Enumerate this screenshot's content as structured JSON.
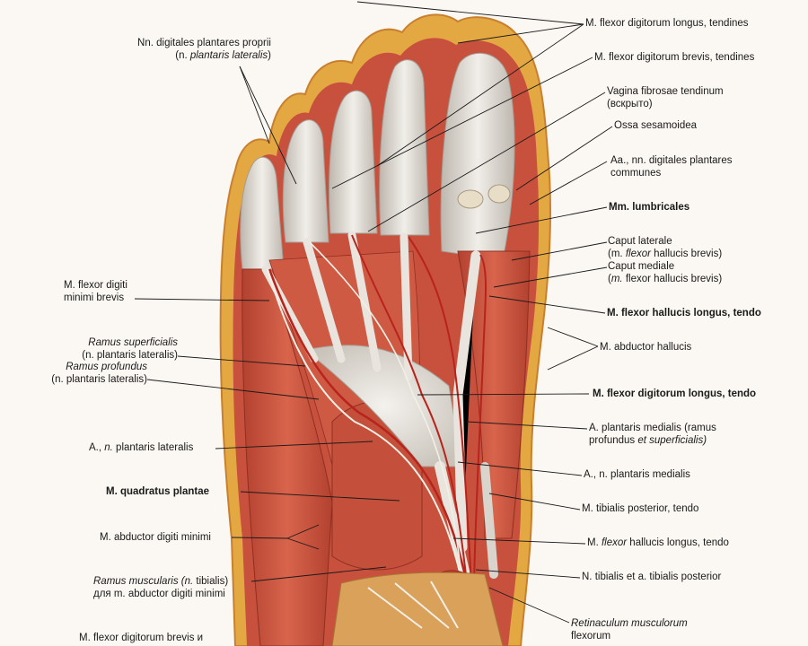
{
  "left_labels": [
    {
      "id": "nn-digitales",
      "lines": [
        [
          "Nn. digitales plantares proprii"
        ],
        [
          "(n. ",
          "plantaris lateralis",
          ")"
        ]
      ],
      "italic_parts": [
        [],
        [
          1
        ]
      ]
    },
    {
      "id": "flexor-digiti-minimi",
      "lines": [
        [
          "M. flexor digiti"
        ],
        [
          "minimi brevis"
        ]
      ]
    },
    {
      "id": "ramus-superficialis",
      "lines": [
        [
          "Ramus superficialis"
        ],
        [
          "(n. plantaris lateralis)"
        ]
      ]
    },
    {
      "id": "ramus-profundus",
      "lines": [
        [
          "Ramus profundus"
        ],
        [
          "(n. plantaris lateralis)"
        ]
      ]
    },
    {
      "id": "a-n-plantaris-lateralis",
      "lines": [
        [
          "A., n. plantaris lateralis"
        ]
      ]
    },
    {
      "id": "quadratus-plantae",
      "lines": [
        [
          "M. quadratus plantae"
        ]
      ],
      "bold": true
    },
    {
      "id": "abductor-digiti-minimi",
      "lines": [
        [
          "M. abductor digiti minimi"
        ]
      ]
    },
    {
      "id": "ramus-muscularis",
      "lines": [
        [
          "Ramus muscularis (n. tibialis)"
        ],
        [
          "для m. abductor digiti minimi"
        ]
      ]
    },
    {
      "id": "flexor-digitorum-brevis-bottom",
      "lines": [
        [
          "M. flexor digitorum brevis и"
        ]
      ]
    }
  ],
  "right_labels": [
    {
      "id": "fdl-tendines",
      "lines": [
        [
          "M. flexor digitorum longus, tendines"
        ]
      ]
    },
    {
      "id": "fdb-tendines",
      "lines": [
        [
          "M. flexor digitorum brevis, tendines"
        ]
      ]
    },
    {
      "id": "vagina-fibrosae",
      "lines": [
        [
          "Vagina fibrosae tendinum"
        ],
        [
          "(вскрыто)"
        ]
      ]
    },
    {
      "id": "ossa-sesamoidea",
      "lines": [
        [
          "Ossa sesamoidea"
        ]
      ]
    },
    {
      "id": "aa-nn-digitales",
      "lines": [
        [
          "Aa., nn. digitales plantares"
        ],
        [
          "communes"
        ]
      ]
    },
    {
      "id": "lumbricales",
      "lines": [
        [
          "Mm. lumbricales"
        ]
      ],
      "bold": true
    },
    {
      "id": "caput-laterale",
      "lines": [
        [
          "Caput laterale"
        ],
        [
          "(m. flexor hallucis brevis)"
        ]
      ]
    },
    {
      "id": "caput-mediale",
      "lines": [
        [
          "Caput mediale"
        ],
        [
          "(m. flexor hallucis brevis)"
        ]
      ]
    },
    {
      "id": "fhl-tendo-top",
      "lines": [
        [
          "M. flexor hallucis longus, tendo"
        ]
      ],
      "bold": true
    },
    {
      "id": "abductor-hallucis",
      "lines": [
        [
          "M. abductor hallucis"
        ]
      ]
    },
    {
      "id": "fdl-tendo",
      "lines": [
        [
          "M. flexor digitorum longus, tendo"
        ]
      ],
      "bold": true
    },
    {
      "id": "a-plantaris-medialis",
      "lines": [
        [
          "A. plantaris medialis (ramus"
        ],
        [
          "profundus et superficialis)"
        ]
      ]
    },
    {
      "id": "a-n-plantaris-medialis",
      "lines": [
        [
          "A., n. plantaris medialis"
        ]
      ]
    },
    {
      "id": "tibialis-posterior",
      "lines": [
        [
          "M. tibialis posterior, tendo"
        ]
      ]
    },
    {
      "id": "fhl-tendo-bottom",
      "lines": [
        [
          "M. flexor hallucis longus, tendo"
        ]
      ]
    },
    {
      "id": "n-tibialis",
      "lines": [
        [
          "N. tibialis et a. tibialis posterior"
        ]
      ]
    },
    {
      "id": "retinaculum",
      "lines": [
        [
          "Retinaculum musculorum"
        ],
        [
          "flexorum"
        ]
      ]
    }
  ],
  "text": {
    "nn_l1": "Nn. digitales plantares proprii",
    "nn_l2a": "(n. ",
    "nn_l2b": "plantaris lateralis",
    "nn_l2c": ")",
    "fdm_l1": "M. flexor digiti",
    "fdm_l2": "minimi brevis",
    "rs_l1a": "Ramus ",
    "rs_l1b": "superficialis",
    "rs_l2": "(n. plantaris lateralis)",
    "rp_l1": "Ramus profundus",
    "rp_l2": "(n. plantaris lateralis)",
    "anpl_a": "A., ",
    "anpl_b": "n.",
    "anpl_c": " plantaris lateralis",
    "qp": "M. quadratus plantae",
    "adm": "M. abductor digiti minimi",
    "rm_l1a": "Ramus muscularis (",
    "rm_l1b": "n.",
    "rm_l1c": " tibialis)",
    "rm_l2": "для m. abductor digiti minimi",
    "fdbb": "M. flexor digitorum brevis и",
    "fdlt": "M. flexor digitorum longus, tendines",
    "fdbt": "M. flexor digitorum brevis, tendines",
    "vag_l1": "Vagina fibrosae tendinum",
    "vag_l2": "(вскрыто)",
    "oss": "Ossa sesamoidea",
    "aan_l1": "Aa., nn. digitales plantares",
    "aan_l2": "communes",
    "lum": "Mm. lumbricales",
    "cl_l1": "Caput laterale",
    "cl_l2a": "(m. ",
    "cl_l2b": "flexor",
    "cl_l2c": " hallucis brevis)",
    "cm_l1": "Caput mediale",
    "cm_l2a": "(",
    "cm_l2b": "m.",
    "cm_l2c": " flexor hallucis brevis)",
    "fhlt": "M. flexor hallucis longus, tendo",
    "abh": "M. abductor hallucis",
    "fdlo": "M. flexor digitorum longus, tendo",
    "apm_l1": "A. plantaris medialis (ramus",
    "apm_l2a": "profundus ",
    "apm_l2b": "et superficialis)",
    "anpm": "A., n. plantaris medialis",
    "tp": "M. tibialis posterior, tendo",
    "fhl2a": "M. ",
    "fhl2b": "flexor",
    "fhl2c": " hallucis longus, tendo",
    "nt": "N. tibialis et a. tibialis posterior",
    "ret_l1": "Retinaculum musculorum",
    "ret_l2": "flexorum"
  },
  "colors": {
    "background": "#fbf8f3",
    "fat": "#e9b44c",
    "skin_edge": "#d48a3a",
    "muscle": "#c8513e",
    "muscle_dark": "#9e3426",
    "tendon": "#e6e2dc",
    "tendon_shadow": "#b8b2aa",
    "vessel": "#b8241c",
    "nerve": "#f2efe6",
    "leader": "#1a1a1a"
  }
}
